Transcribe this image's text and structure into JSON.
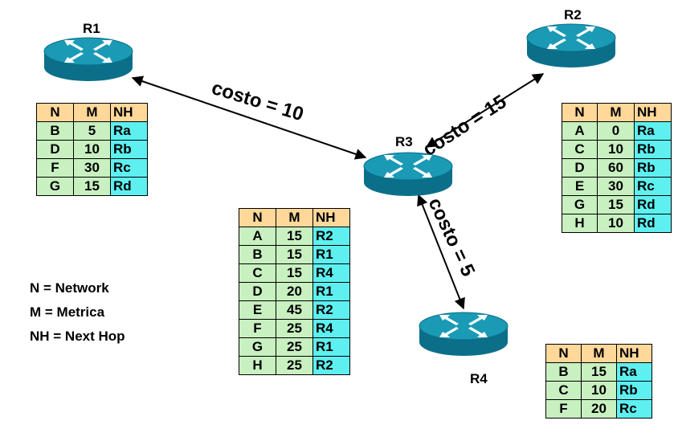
{
  "routers": {
    "r1": {
      "name": "R1"
    },
    "r2": {
      "name": "R2"
    },
    "r3": {
      "name": "R3"
    },
    "r4": {
      "name": "R4"
    }
  },
  "links": {
    "r1_r3": {
      "label": "costo = 10"
    },
    "r3_r2": {
      "label": "costo = 15"
    },
    "r3_r4": {
      "label": "costo = 5"
    }
  },
  "headers": {
    "n": "N",
    "m": "M",
    "nh": "NH"
  },
  "tables": {
    "r1": [
      [
        "B",
        "5",
        "Ra"
      ],
      [
        "D",
        "10",
        "Rb"
      ],
      [
        "F",
        "30",
        "Rc"
      ],
      [
        "G",
        "15",
        "Rd"
      ]
    ],
    "r2": [
      [
        "A",
        "0",
        "Ra"
      ],
      [
        "C",
        "10",
        "Rb"
      ],
      [
        "D",
        "60",
        "Rb"
      ],
      [
        "E",
        "30",
        "Rc"
      ],
      [
        "G",
        "15",
        "Rd"
      ],
      [
        "H",
        "10",
        "Rd"
      ]
    ],
    "r3": [
      [
        "A",
        "15",
        "R2"
      ],
      [
        "B",
        "15",
        "R1"
      ],
      [
        "C",
        "15",
        "R4"
      ],
      [
        "D",
        "20",
        "R1"
      ],
      [
        "E",
        "45",
        "R2"
      ],
      [
        "F",
        "25",
        "R4"
      ],
      [
        "G",
        "25",
        "R1"
      ],
      [
        "H",
        "25",
        "R2"
      ]
    ],
    "r4": [
      [
        "B",
        "15",
        "Ra"
      ],
      [
        "C",
        "10",
        "Rb"
      ],
      [
        "F",
        "20",
        "Rc"
      ]
    ]
  },
  "legend": [
    "N = Network",
    "M = Metrica",
    "NH = Next Hop"
  ],
  "colors": {
    "router_top": "#1a9ab5",
    "router_body": "#0b6f8a",
    "header_bg": "#ffd89a",
    "cell_bg": "#c8f0c0",
    "nh_bg": "#5ef0f0"
  }
}
